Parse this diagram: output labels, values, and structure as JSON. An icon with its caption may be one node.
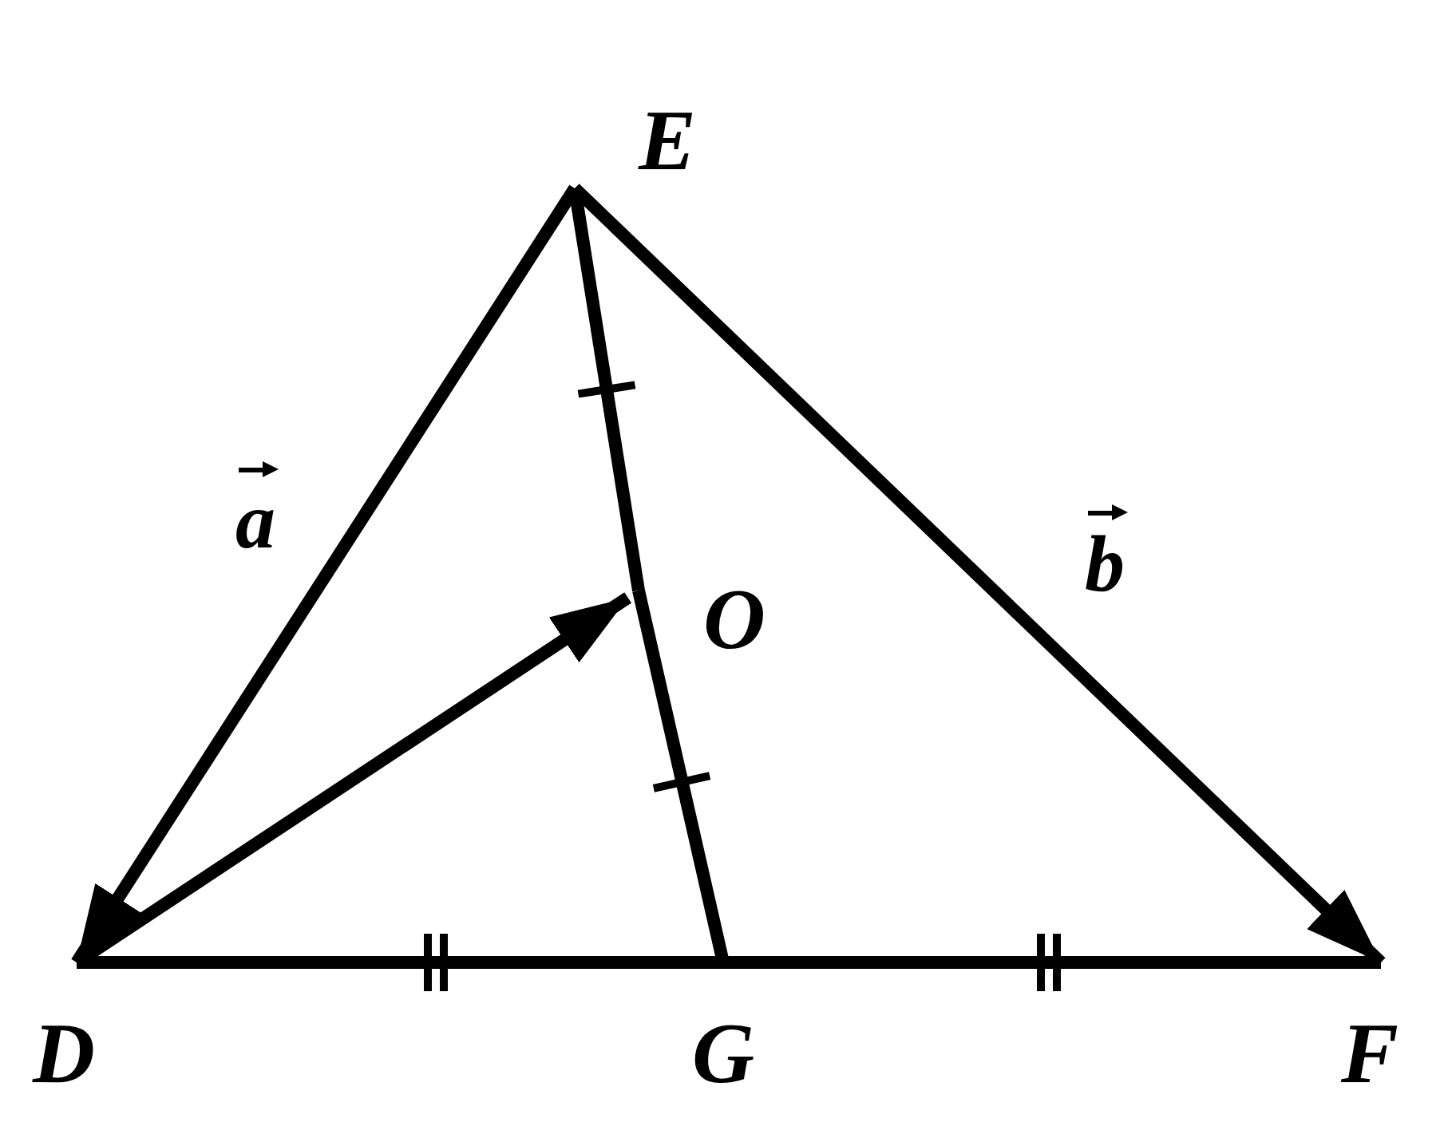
{
  "diagram": {
    "nodes": [
      {
        "text": [
          "E"
        ]
      },
      {
        "text": [
          "D"
        ]
      },
      {
        "text": [
          "F"
        ]
      },
      {
        "text": [
          "G"
        ]
      },
      {
        "text": [
          "O"
        ]
      }
    ],
    "edges": [
      {
        "from": 0,
        "to": 1,
        "arrow": "to",
        "label": "a"
      },
      {
        "from": 0,
        "to": 2,
        "arrow": "to",
        "label": "b"
      },
      {
        "from": 1,
        "to": 4,
        "arrow": "to"
      },
      {
        "from": 1,
        "to": 3,
        "arrow": "none"
      },
      {
        "from": 3,
        "to": 2,
        "arrow": "none"
      },
      {
        "from": 0,
        "to": 4,
        "arrow": "none"
      },
      {
        "from": 4,
        "to": 3,
        "arrow": "none"
      }
    ]
  }
}
